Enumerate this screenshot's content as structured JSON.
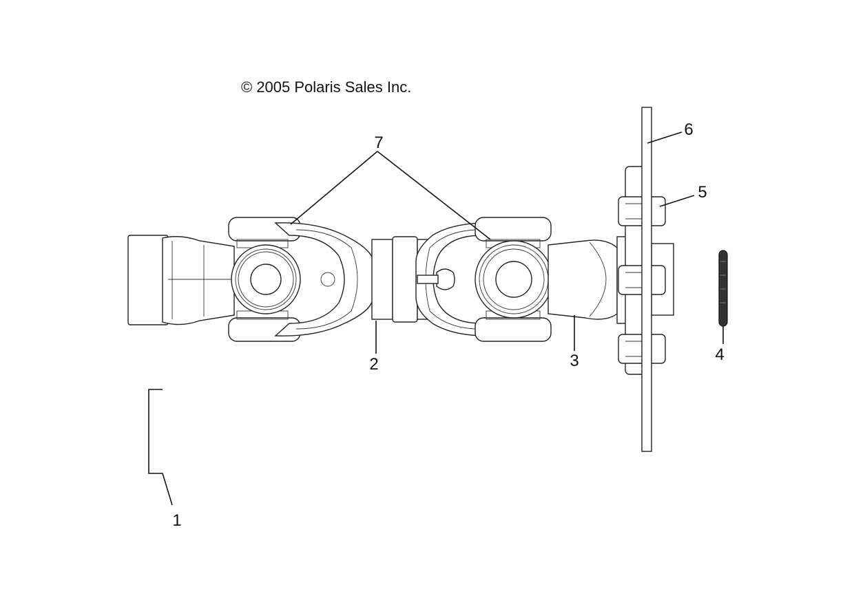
{
  "copyright": "© 2005 Polaris Sales Inc.",
  "callouts": {
    "c1": "1",
    "c2": "2",
    "c3": "3",
    "c4": "4",
    "c5": "5",
    "c6": "6",
    "c7": "7"
  },
  "colors": {
    "line": "#222222",
    "background": "#ffffff"
  }
}
